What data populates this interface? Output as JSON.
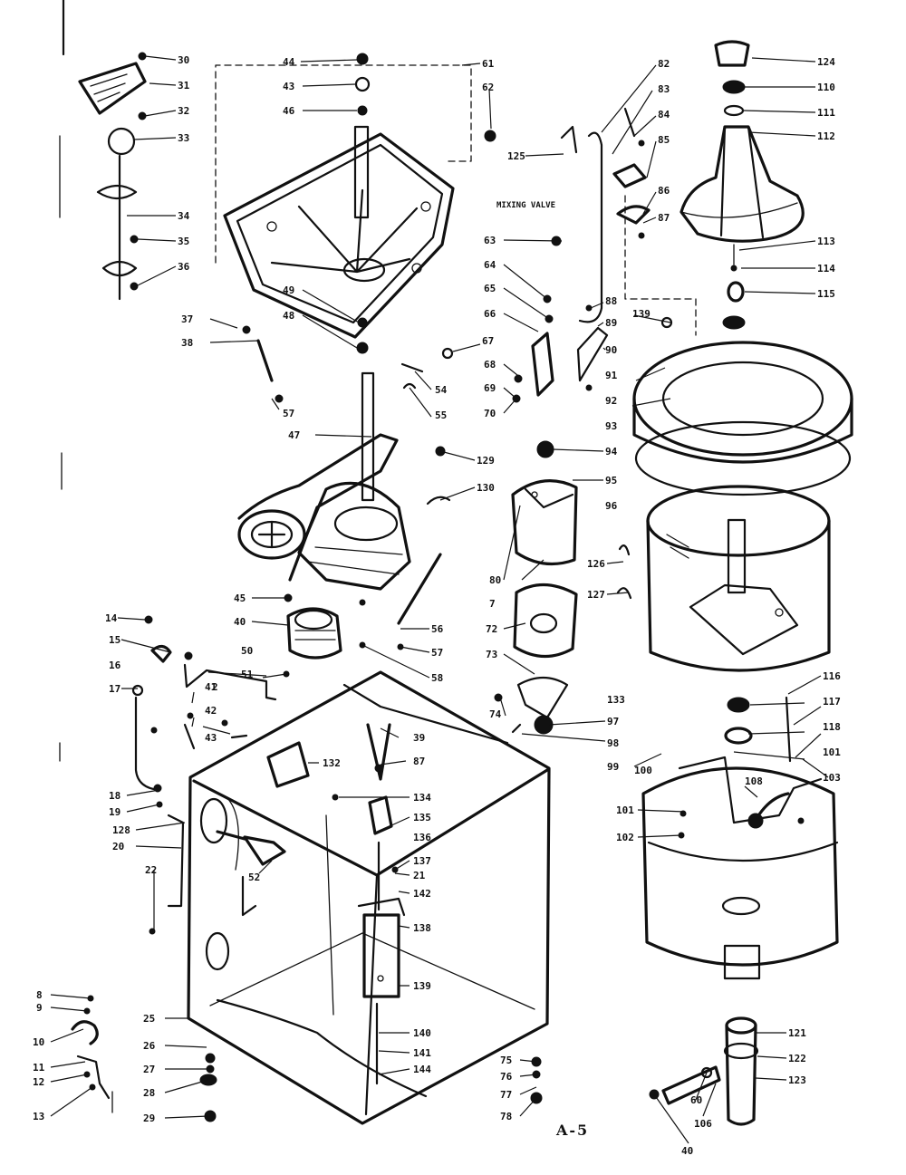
{
  "page_label": "A-5",
  "valve_label": "MIXING VALVE",
  "callouts": [
    {
      "id": "c30",
      "label": "30"
    },
    {
      "id": "c31",
      "label": "31"
    },
    {
      "id": "c32",
      "label": "32"
    },
    {
      "id": "c33",
      "label": "33"
    },
    {
      "id": "c34",
      "label": "34"
    },
    {
      "id": "c35",
      "label": "35"
    },
    {
      "id": "c36",
      "label": "36"
    },
    {
      "id": "c37a",
      "label": "37"
    },
    {
      "id": "c38a",
      "label": "38"
    },
    {
      "id": "c57a",
      "label": "57"
    },
    {
      "id": "c44",
      "label": "44"
    },
    {
      "id": "c43",
      "label": "43"
    },
    {
      "id": "c46",
      "label": "46"
    },
    {
      "id": "c49",
      "label": "49"
    },
    {
      "id": "c48",
      "label": "48"
    },
    {
      "id": "c61",
      "label": "61"
    },
    {
      "id": "c62",
      "label": "62"
    },
    {
      "id": "c67",
      "label": "67"
    },
    {
      "id": "c54",
      "label": "54"
    },
    {
      "id": "c55",
      "label": "55"
    },
    {
      "id": "c125",
      "label": "125"
    },
    {
      "id": "c82",
      "label": "82"
    },
    {
      "id": "c83",
      "label": "83"
    },
    {
      "id": "c84",
      "label": "84"
    },
    {
      "id": "c85",
      "label": "85"
    },
    {
      "id": "c86",
      "label": "86"
    },
    {
      "id": "c87",
      "label": "87"
    },
    {
      "id": "c63",
      "label": "63"
    },
    {
      "id": "c64",
      "label": "64"
    },
    {
      "id": "c65",
      "label": "65"
    },
    {
      "id": "c66",
      "label": "66"
    },
    {
      "id": "c68",
      "label": "68"
    },
    {
      "id": "c69",
      "label": "69"
    },
    {
      "id": "c70",
      "label": "70"
    },
    {
      "id": "c88",
      "label": "88"
    },
    {
      "id": "c89",
      "label": "89"
    },
    {
      "id": "c90",
      "label": "90"
    },
    {
      "id": "c91",
      "label": "91"
    },
    {
      "id": "c92",
      "label": "92"
    },
    {
      "id": "c93",
      "label": "93"
    },
    {
      "id": "c94",
      "label": "94"
    },
    {
      "id": "c95",
      "label": "95"
    },
    {
      "id": "c96",
      "label": "96"
    },
    {
      "id": "c139",
      "label": "139"
    },
    {
      "id": "c124",
      "label": "124"
    },
    {
      "id": "c110",
      "label": "110"
    },
    {
      "id": "c111",
      "label": "111"
    },
    {
      "id": "c112",
      "label": "112"
    },
    {
      "id": "c113",
      "label": "113"
    },
    {
      "id": "c114",
      "label": "114"
    },
    {
      "id": "c115",
      "label": "115"
    },
    {
      "id": "c47",
      "label": "47"
    },
    {
      "id": "c129",
      "label": "129"
    },
    {
      "id": "c130",
      "label": "130"
    },
    {
      "id": "c80",
      "label": "80"
    },
    {
      "id": "c7",
      "label": "7"
    },
    {
      "id": "c126",
      "label": "126"
    },
    {
      "id": "c127",
      "label": "127"
    },
    {
      "id": "c45",
      "label": "45"
    },
    {
      "id": "c40",
      "label": "40"
    },
    {
      "id": "c56",
      "label": "56"
    },
    {
      "id": "c57b",
      "label": "57"
    },
    {
      "id": "c58",
      "label": "58"
    },
    {
      "id": "c72",
      "label": "72"
    },
    {
      "id": "c73",
      "label": "73"
    },
    {
      "id": "c14",
      "label": "14"
    },
    {
      "id": "c15",
      "label": "15"
    },
    {
      "id": "c16",
      "label": "16"
    },
    {
      "id": "c17",
      "label": "17"
    },
    {
      "id": "c50",
      "label": "50"
    },
    {
      "id": "c51",
      "label": "51"
    },
    {
      "id": "c41",
      "label": "41"
    },
    {
      "id": "c42",
      "label": "42"
    },
    {
      "id": "c2",
      "label": "2"
    },
    {
      "id": "c43b",
      "label": "43"
    },
    {
      "id": "c74",
      "label": "74"
    },
    {
      "id": "c97",
      "label": "97"
    },
    {
      "id": "c98",
      "label": "98"
    },
    {
      "id": "c133",
      "label": "133"
    },
    {
      "id": "c99",
      "label": "99"
    },
    {
      "id": "c116",
      "label": "116"
    },
    {
      "id": "c117",
      "label": "117"
    },
    {
      "id": "c118",
      "label": "118"
    },
    {
      "id": "c101",
      "label": "101"
    },
    {
      "id": "c103",
      "label": "103"
    },
    {
      "id": "c100",
      "label": "100"
    },
    {
      "id": "c108",
      "label": "108"
    },
    {
      "id": "c101b",
      "label": "101"
    },
    {
      "id": "c102",
      "label": "102"
    },
    {
      "id": "c39",
      "label": "39"
    },
    {
      "id": "c87b",
      "label": "87"
    },
    {
      "id": "c132",
      "label": "132"
    },
    {
      "id": "c134",
      "label": "134"
    },
    {
      "id": "c135",
      "label": "135"
    },
    {
      "id": "c136",
      "label": "136"
    },
    {
      "id": "c137",
      "label": "137"
    },
    {
      "id": "c21",
      "label": "21"
    },
    {
      "id": "c142",
      "label": "142"
    },
    {
      "id": "c138",
      "label": "138"
    },
    {
      "id": "c139b",
      "label": "139"
    },
    {
      "id": "c140",
      "label": "140"
    },
    {
      "id": "c141",
      "label": "141"
    },
    {
      "id": "c144",
      "label": "144"
    },
    {
      "id": "c18",
      "label": "18"
    },
    {
      "id": "c19",
      "label": "19"
    },
    {
      "id": "c128",
      "label": "128"
    },
    {
      "id": "c20",
      "label": "20"
    },
    {
      "id": "c22",
      "label": "22"
    },
    {
      "id": "c52",
      "label": "52"
    },
    {
      "id": "c8",
      "label": "8"
    },
    {
      "id": "c9",
      "label": "9"
    },
    {
      "id": "c10",
      "label": "10"
    },
    {
      "id": "c11",
      "label": "11"
    },
    {
      "id": "c12",
      "label": "12"
    },
    {
      "id": "c13",
      "label": "13"
    },
    {
      "id": "c25",
      "label": "25"
    },
    {
      "id": "c26",
      "label": "26"
    },
    {
      "id": "c27",
      "label": "27"
    },
    {
      "id": "c28",
      "label": "28"
    },
    {
      "id": "c29",
      "label": "29"
    },
    {
      "id": "c75",
      "label": "75"
    },
    {
      "id": "c76",
      "label": "76"
    },
    {
      "id": "c77",
      "label": "77"
    },
    {
      "id": "c78",
      "label": "78"
    },
    {
      "id": "c121",
      "label": "121"
    },
    {
      "id": "c122",
      "label": "122"
    },
    {
      "id": "c123",
      "label": "123"
    },
    {
      "id": "c60",
      "label": "60"
    },
    {
      "id": "c106",
      "label": "106"
    },
    {
      "id": "c40b",
      "label": "40"
    }
  ]
}
